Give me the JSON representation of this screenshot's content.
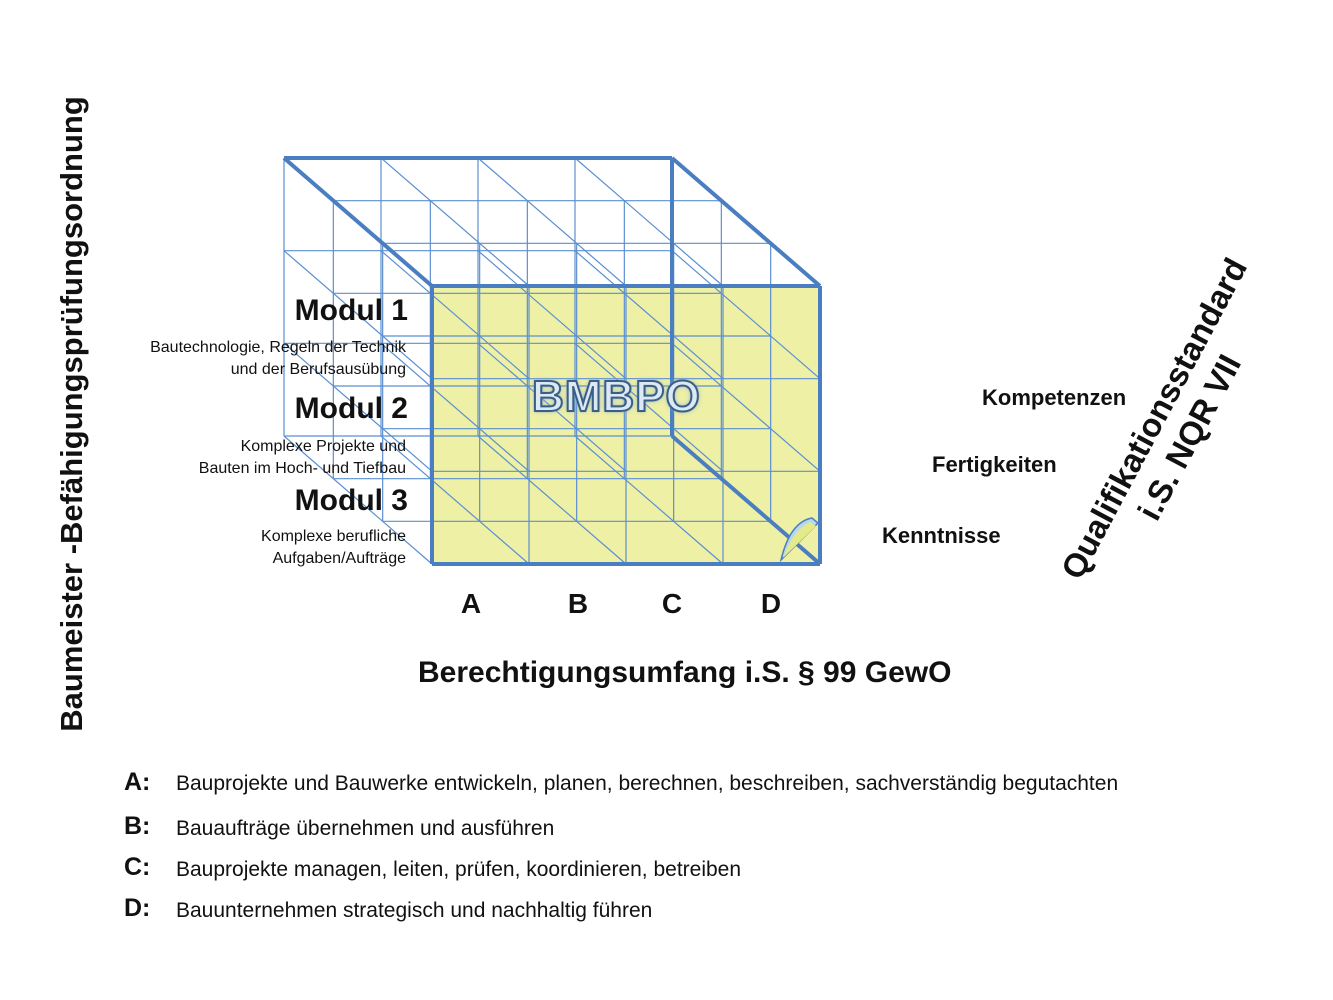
{
  "vertical_title": "Baumeister -Befähigungsprüfungsordnung",
  "cube_label": "BMBPO",
  "modules": [
    {
      "title": "Modul 3",
      "desc_lines": [
        "Komplexe berufliche",
        "Aufgaben/Aufträge"
      ]
    },
    {
      "title": "Modul 2",
      "desc_lines": [
        "Komplexe Projekte und",
        "Bauten im Hoch- und Tiefbau"
      ]
    },
    {
      "title": "Modul 1",
      "desc_lines": [
        "Bautechnologie, Regeln der Technik",
        "und der Berufsausübung"
      ]
    }
  ],
  "depth_levels": [
    "Kompetenzen",
    "Fertigkeiten",
    "Kenntnisse"
  ],
  "depth_title_lines": [
    "Qualifikationsstandard",
    "i.S. NQR VII"
  ],
  "columns": [
    "A",
    "B",
    "C",
    "D"
  ],
  "x_title": "Berechtigungsumfang i.S. § 99 GewO",
  "legend": [
    {
      "key": "A:",
      "text": "Bauprojekte und Bauwerke entwickeln, planen, berechnen, beschreiben, sachverständig begutachten"
    },
    {
      "key": "B:",
      "text": "Bauaufträge übernehmen und ausführen"
    },
    {
      "key": "C:",
      "text": "Bauprojekte managen, leiten, prüfen, koordinieren, betreiben"
    },
    {
      "key": "D:",
      "text": "Bauunternehmen strategisch und nachhaltig führen"
    }
  ],
  "colors": {
    "cube_edge": "#4a7ec1",
    "grid_line": "#5b8fd0",
    "front_face": "#eef0a6",
    "text": "#111111"
  }
}
